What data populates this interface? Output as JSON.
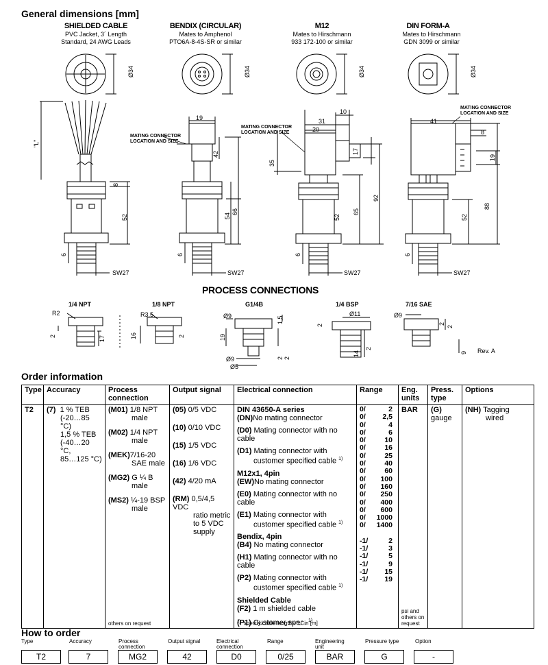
{
  "heading": "General dimensions [mm]",
  "variants": [
    {
      "title": "SHIELDED CABLE",
      "line1": "PVC Jacket, 3´ Length",
      "line2": "Standard, 24 AWG Leads"
    },
    {
      "title": "BENDIX (CIRCULAR)",
      "line1": "Mates to Amphenol",
      "line2": "PTO6A-8-4S-SR or similar"
    },
    {
      "title": "M12",
      "line1": "Mates to Hirschmann",
      "line2": "933 172-100 or similar"
    },
    {
      "title": "DIN FORM-A",
      "line1": "Mates to Hirschmann",
      "line2": "GDN 3099 or similar"
    }
  ],
  "drawing": {
    "dia34": "Ø34",
    "L": "\"L\"",
    "sw27": "SW27",
    "mating": "MATING CONNECTOR",
    "location": "LOCATION AND SIZE",
    "dims": {
      "d8": "8",
      "d52": "52",
      "d6": "6",
      "d19": "19",
      "d42": "42",
      "d54": "54",
      "d66": "66",
      "d31": "31",
      "d10": "10",
      "d20": "20",
      "d17": "17",
      "d35": "35",
      "d65": "65",
      "d92": "92",
      "d41": "41",
      "d88": "88"
    }
  },
  "process": {
    "title": "PROCESS CONNECTIONS",
    "items": [
      {
        "name": "1/4 NPT",
        "r": "R2",
        "a": "2",
        "b": "17"
      },
      {
        "name": "1/8 NPT",
        "r": "R3.5",
        "a": "2",
        "b": "16"
      },
      {
        "name": "G1/4B",
        "r": "Ø9",
        "a": "1,5",
        "b": "19",
        "c": "Ø9",
        "d": "Ø5",
        "e": "2",
        "f": "2"
      },
      {
        "name": "1/4 BSP",
        "r": "Ø11",
        "a": "2",
        "b": "14",
        "c": "2"
      },
      {
        "name": "7/16 SAE",
        "r": "Ø9",
        "a": "2",
        "b": "9",
        "c": "2"
      }
    ],
    "rev": "Rev. A"
  },
  "order": {
    "title": "Order information",
    "headers": {
      "type": "Type",
      "accuracy": "Accuracy",
      "process": "Process connection",
      "output": "Output signal",
      "electrical": "Electrical connection",
      "range": "Range",
      "units": "Eng. units",
      "press": "Press. type",
      "options": "Options"
    },
    "type": "T2",
    "accuracy": {
      "code": "(7)",
      "l1": "1 % TEB",
      "l2": "(-20…85 °C)",
      "l3": "1,5 % TEB",
      "l4": "(-40…20 °C,",
      "l5": "85…125 °C)"
    },
    "process": [
      {
        "code": "(M01)",
        "l1": "1/8 NPT",
        "l2": "male"
      },
      {
        "code": "(M02)",
        "l1": "1/4 NPT",
        "l2": "male"
      },
      {
        "code": "(MEK)",
        "l1": "7/16-20",
        "l2": "SAE male"
      },
      {
        "code": "(MG2)",
        "l1": "G ¼ B",
        "l2": "male"
      },
      {
        "code": "(MS2)",
        "l1": "¼-19 BSP",
        "l2": "male"
      }
    ],
    "process_foot": "others on request",
    "output": [
      {
        "code": "(05)",
        "l1": "0/5 VDC"
      },
      {
        "code": "(10)",
        "l1": "0/10 VDC"
      },
      {
        "code": "(15)",
        "l1": "1/5 VDC"
      },
      {
        "code": "(16)",
        "l1": "1/6 VDC"
      },
      {
        "code": "(42)",
        "l1": "4/20 mA"
      },
      {
        "code": "(RM)",
        "l1": "0,5/4,5 VDC",
        "l2": "ratio metric",
        "l3": "to 5 VDC",
        "l4": "supply"
      }
    ],
    "electrical": {
      "g1": "DIN 43650-A series",
      "dn": {
        "code": "(DN)",
        "t": "No mating connector"
      },
      "d0": {
        "code": "(D0)",
        "t": "Mating connector with no cable"
      },
      "d1": {
        "code": "(D1)",
        "t1": "Mating connector with",
        "t2": "customer specified cable",
        "sup": "1)"
      },
      "g2": "M12x1, 4pin",
      "ew": {
        "code": "(EW)",
        "t": "No mating connector"
      },
      "e0": {
        "code": "(E0)",
        "t": "Mating connector with no cable"
      },
      "e1": {
        "code": "(E1)",
        "t1": "Mating connector with",
        "t2": "customer specified cable",
        "sup": "1)"
      },
      "g3": "Bendix, 4pin",
      "b4": {
        "code": "(B4)",
        "t": "No mating connector"
      },
      "h1": {
        "code": "(H1)",
        "t": "Mating connector with no cable"
      },
      "p2": {
        "code": "(P2)",
        "t1": "Mating connector with",
        "t2": "customer specified cable",
        "sup": "1)"
      },
      "g4": "Shielded Cable",
      "f2": {
        "code": "(F2)",
        "t": "1 m shielded cable"
      },
      "p1": {
        "code": "(P1)",
        "t": "Customer spec.",
        "sup": "1)"
      },
      "foot_sup": "1)",
      "foot": "specify cable lengths “L” in [m]"
    },
    "range1": [
      [
        "0/",
        "2"
      ],
      [
        "0/",
        "2,5"
      ],
      [
        "0/",
        "4"
      ],
      [
        "0/",
        "6"
      ],
      [
        "0/",
        "10"
      ],
      [
        "0/",
        "16"
      ],
      [
        "0/",
        "25"
      ],
      [
        "0/",
        "40"
      ],
      [
        "0/",
        "60"
      ],
      [
        "0/",
        "100"
      ],
      [
        "0/",
        "160"
      ],
      [
        "0/",
        "250"
      ],
      [
        "0/",
        "400"
      ],
      [
        "0/",
        "600"
      ],
      [
        "0/",
        "1000"
      ],
      [
        "0/",
        "1400"
      ]
    ],
    "range2": [
      [
        "-1/",
        "2"
      ],
      [
        "-1/",
        "3"
      ],
      [
        "-1/",
        "5"
      ],
      [
        "-1/",
        "9"
      ],
      [
        "-1/",
        "15"
      ],
      [
        "-1/",
        "19"
      ]
    ],
    "units": "BAR",
    "units_foot": "psi and others on request",
    "press": {
      "code": "(G)",
      "t": "gauge"
    },
    "options": {
      "code": "(NH)",
      "t1": "Tagging",
      "t2": "wired"
    }
  },
  "how": {
    "title": "How to order",
    "fields": [
      {
        "label": "Type",
        "value": "T2"
      },
      {
        "label": "Accuracy",
        "value": "7"
      },
      {
        "label": "Process connection",
        "value": "MG2"
      },
      {
        "label": "Output signal",
        "value": "42"
      },
      {
        "label": "Electrical connection",
        "value": "D0"
      },
      {
        "label": "Range",
        "value": "0/25"
      },
      {
        "label": "Engineering unit",
        "value": "BAR"
      },
      {
        "label": "Pressure type",
        "value": "G"
      },
      {
        "label": "Option",
        "value": "-"
      }
    ]
  }
}
